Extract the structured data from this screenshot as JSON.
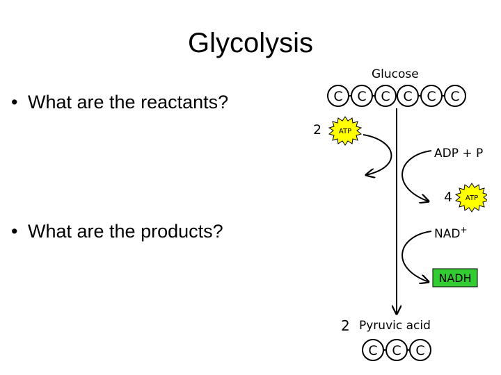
{
  "slide": {
    "title": "Glycolysis",
    "bullets": [
      {
        "marker": "•",
        "text": "What are the reactants?"
      },
      {
        "marker": "•",
        "text": "What are the products?"
      }
    ]
  },
  "diagram": {
    "glucose_label": "Glucose",
    "glucose_carbons": [
      "C",
      "C",
      "C",
      "C",
      "C",
      "C"
    ],
    "atp_in_count": "2",
    "atp_label": "ATP",
    "adp_label": "ADP + P",
    "atp_out_count": "4",
    "nad_label": "NAD",
    "nad_superscript": "+",
    "nadh_label": "NADH",
    "pyruvic_count": "2",
    "pyruvic_label": "Pyruvic acid",
    "pyruvic_carbons": [
      "C",
      "C",
      "C"
    ],
    "colors": {
      "atp_burst": "#ffff00",
      "nadh_box": "#33cc33"
    }
  }
}
